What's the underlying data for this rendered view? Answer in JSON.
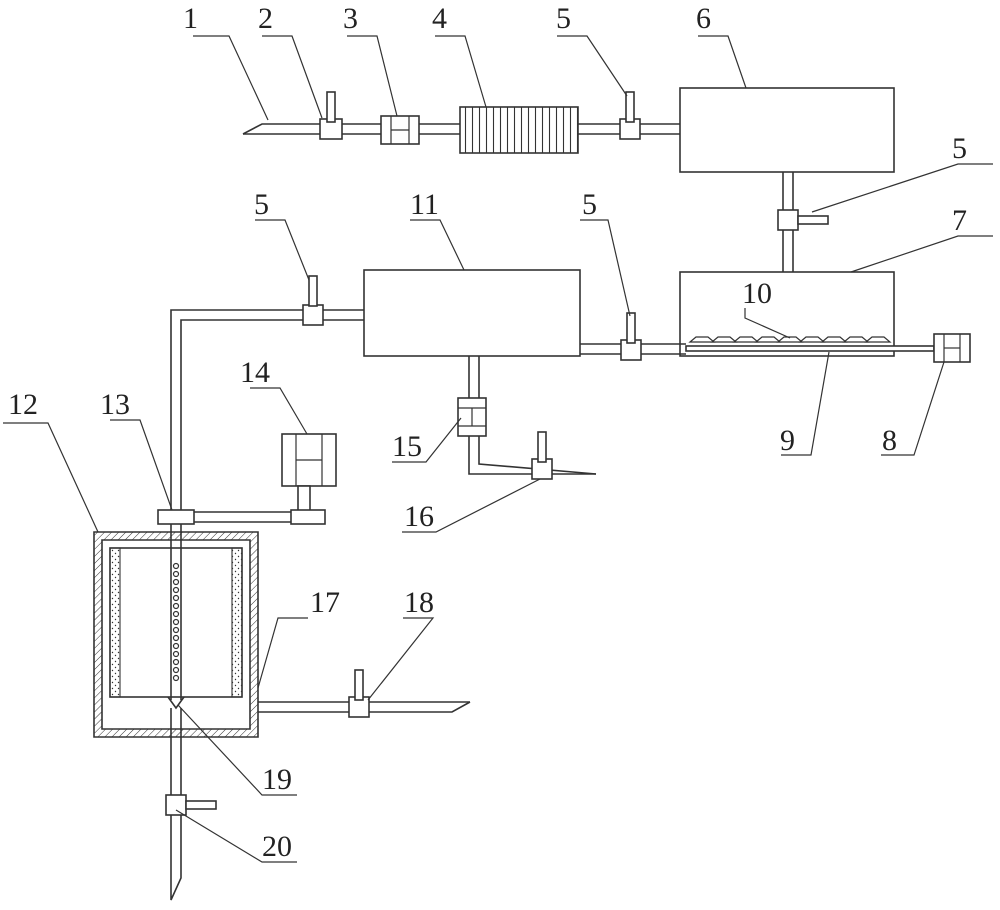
{
  "colors": {
    "line": "#333333",
    "background": "#ffffff",
    "text": "#222222"
  },
  "labels": {
    "l1": "1",
    "l2": "2",
    "l3": "3",
    "l4": "4",
    "l5a": "5",
    "l5b": "5",
    "l5c": "5",
    "l5d": "5",
    "l6": "6",
    "l7": "7",
    "l8": "8",
    "l9": "9",
    "l10": "10",
    "l11": "11",
    "l12": "12",
    "l13": "13",
    "l14": "14",
    "l15": "15",
    "l16": "16",
    "l17": "17",
    "l18": "18",
    "l19": "19",
    "l20": "20"
  }
}
